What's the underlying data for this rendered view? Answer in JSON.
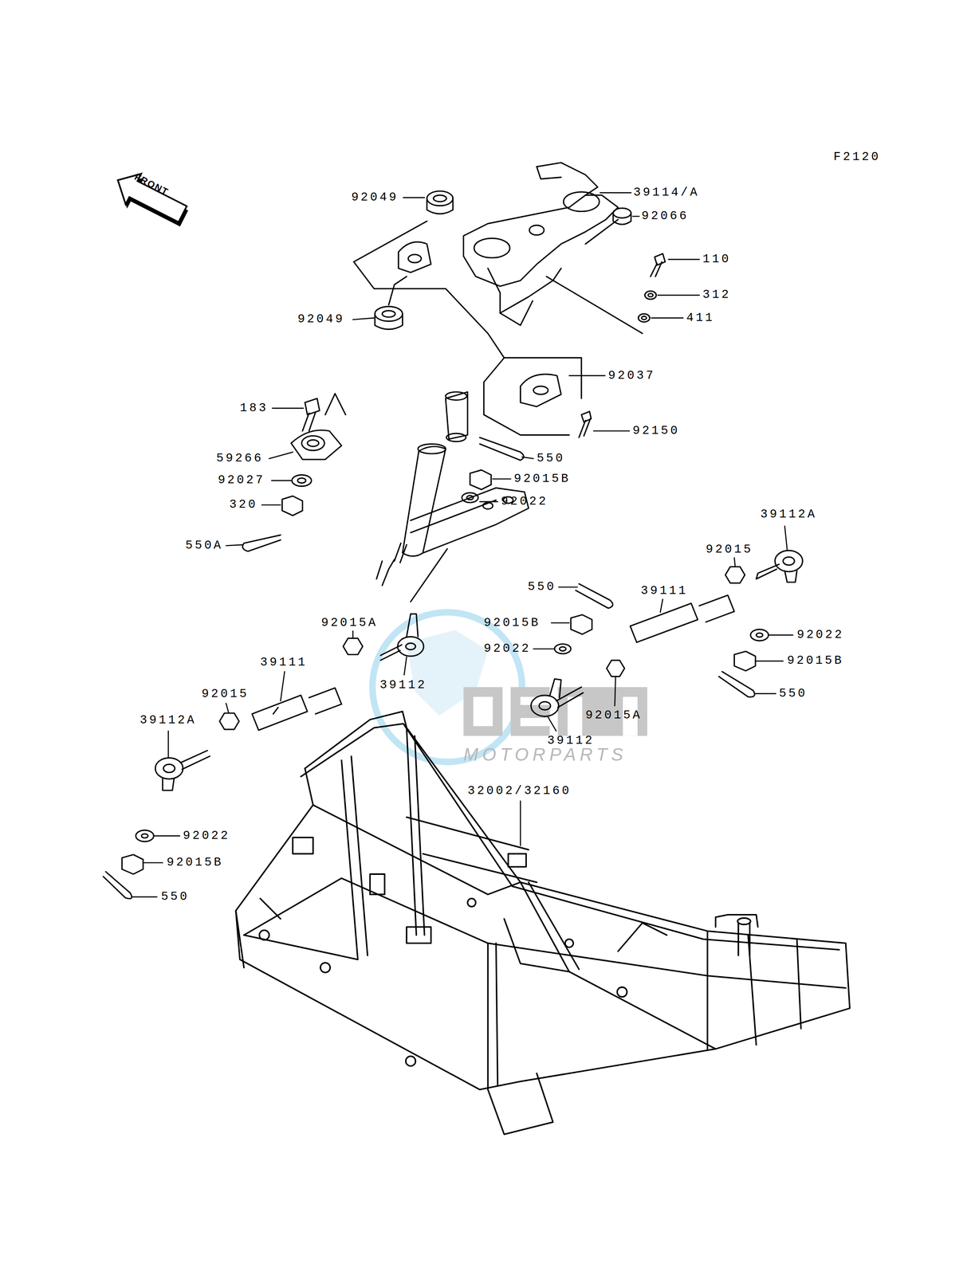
{
  "diagram": {
    "labels": [
      "F2120",
      "FRONT",
      "92049",
      "39114/A",
      "92066",
      "110",
      "312",
      "411",
      "92049",
      "92037",
      "183",
      "92150",
      "59266",
      "550",
      "92015B",
      "92027",
      "92022",
      "320",
      "39112A",
      "550A",
      "92015",
      "550",
      "39111",
      "92015A",
      "92015B",
      "92022",
      "92022",
      "92015B",
      "39111",
      "39112",
      "550",
      "92015",
      "92015A",
      "39112A",
      "39112",
      "MOTORPARTS",
      "32002/32160",
      "92022",
      "92015B",
      "550"
    ]
  }
}
